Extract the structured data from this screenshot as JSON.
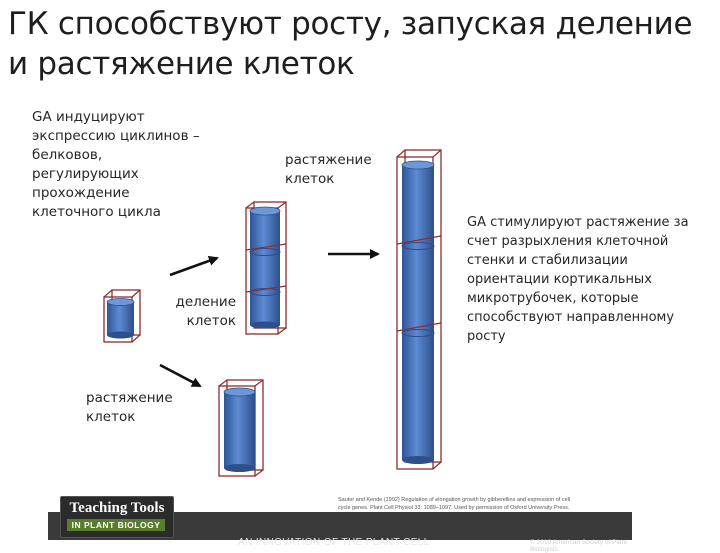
{
  "title": "ГК способствуют росту, запуская деление и растяжение клеток",
  "labels": {
    "ga_cyclins": [
      "GA индуцируют",
      "экспрессию  циклинов –",
      "белковов,",
      "регулирующих",
      "прохождение",
      "клеточного цикла"
    ],
    "elongation_top": [
      "растяжение",
      "клеток"
    ],
    "division": [
      "деление",
      "клеток"
    ],
    "elongation_bottom": [
      "растяжение",
      "клеток"
    ],
    "ga_wall": [
      "GA стимулируют растяжение за",
      "счет разрыхления клеточной",
      "стенки и стабилизации",
      "ориентации кортикальных",
      "микротрубочек, которые",
      "способствуют направленному",
      "росту"
    ]
  },
  "footer": {
    "logo_top": "Teaching Tools",
    "logo_bottom": "IN PLANT BIOLOGY",
    "innovation": "AN INNOVATION OF THE PLANT CELL",
    "copyright": "© 2010 American Society of Plant Biologists",
    "citation": [
      "Sauter and Kende (1992) Regulation of elongation growth by gibberellins and expression of cell",
      "cycle genes. Plant Cell Physiol 33: 1089–1097. Used by permission of Oxford University Press."
    ]
  },
  "colors": {
    "cell_outline": "#8b2e2e",
    "cylinder_fill": "#4a78c0",
    "cylinder_dark": "#2d4f8a",
    "arrow": "#111111"
  }
}
